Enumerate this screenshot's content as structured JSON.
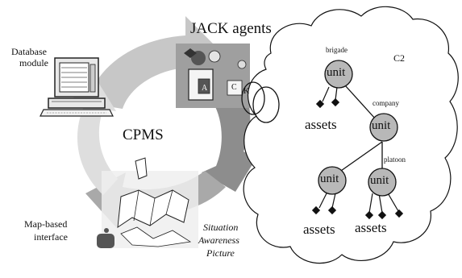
{
  "diagram": {
    "center_label": "CPMS",
    "jack_agents": "JACK agents",
    "database_module": [
      "Database",
      "module"
    ],
    "map_interface": [
      "Map-based",
      "interface"
    ],
    "situation_awareness": [
      "Situation",
      "Awareness",
      "Picture"
    ],
    "cloud": {
      "c2": "C2",
      "levels": {
        "brigade": "brigade",
        "company": "company",
        "platoon": "platoon"
      },
      "unit_label": "unit",
      "assets_label": "assets"
    },
    "puzzle_letters": [
      "A",
      "C",
      "K"
    ]
  }
}
